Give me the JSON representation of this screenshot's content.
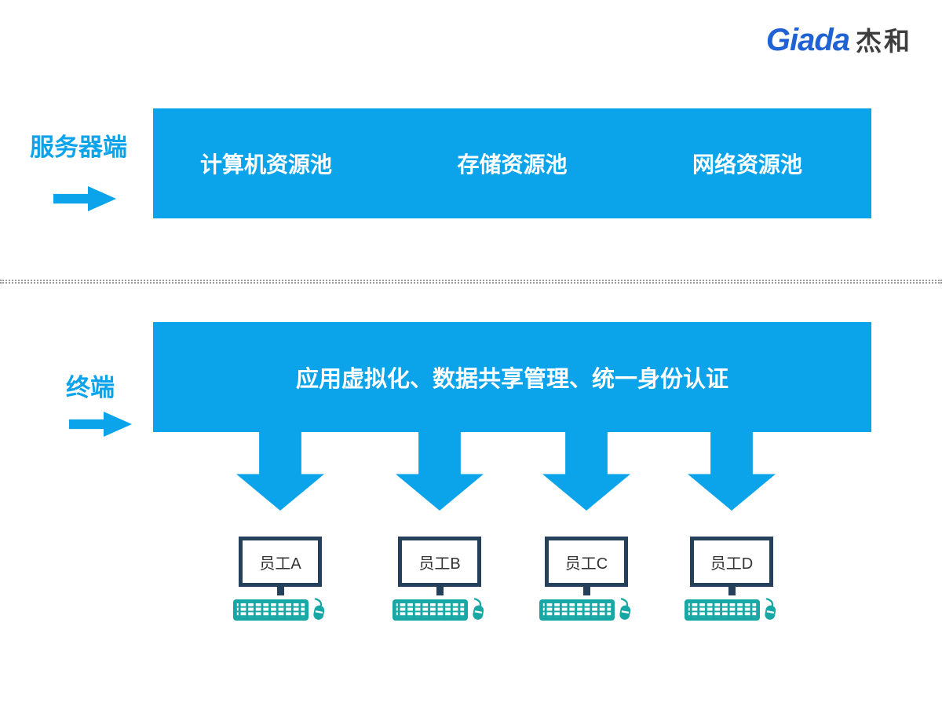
{
  "logo": {
    "brand": "Giada",
    "brand_cn": "杰和"
  },
  "server": {
    "label": "服务器端",
    "pools": [
      "计算机资源池",
      "存储资源池",
      "网络资源池"
    ]
  },
  "terminal": {
    "label": "终端",
    "banner": "应用虚拟化、数据共享管理、统一身份认证",
    "terminals": [
      "员工A",
      "员工B",
      "员工C",
      "员工D"
    ]
  },
  "colors": {
    "primary_blue": "#0ba3ea",
    "logo_blue": "#2062d4",
    "monitor_navy": "#24405a",
    "device_teal": "#17a7a5",
    "divider_gray": "#9a9a9a"
  },
  "icons": {
    "server_arrow": "block-arrow-right",
    "terminal_arrow": "block-arrow-right",
    "flow_arrow": "block-arrow-down",
    "workstation": "monitor-keyboard-mouse"
  }
}
